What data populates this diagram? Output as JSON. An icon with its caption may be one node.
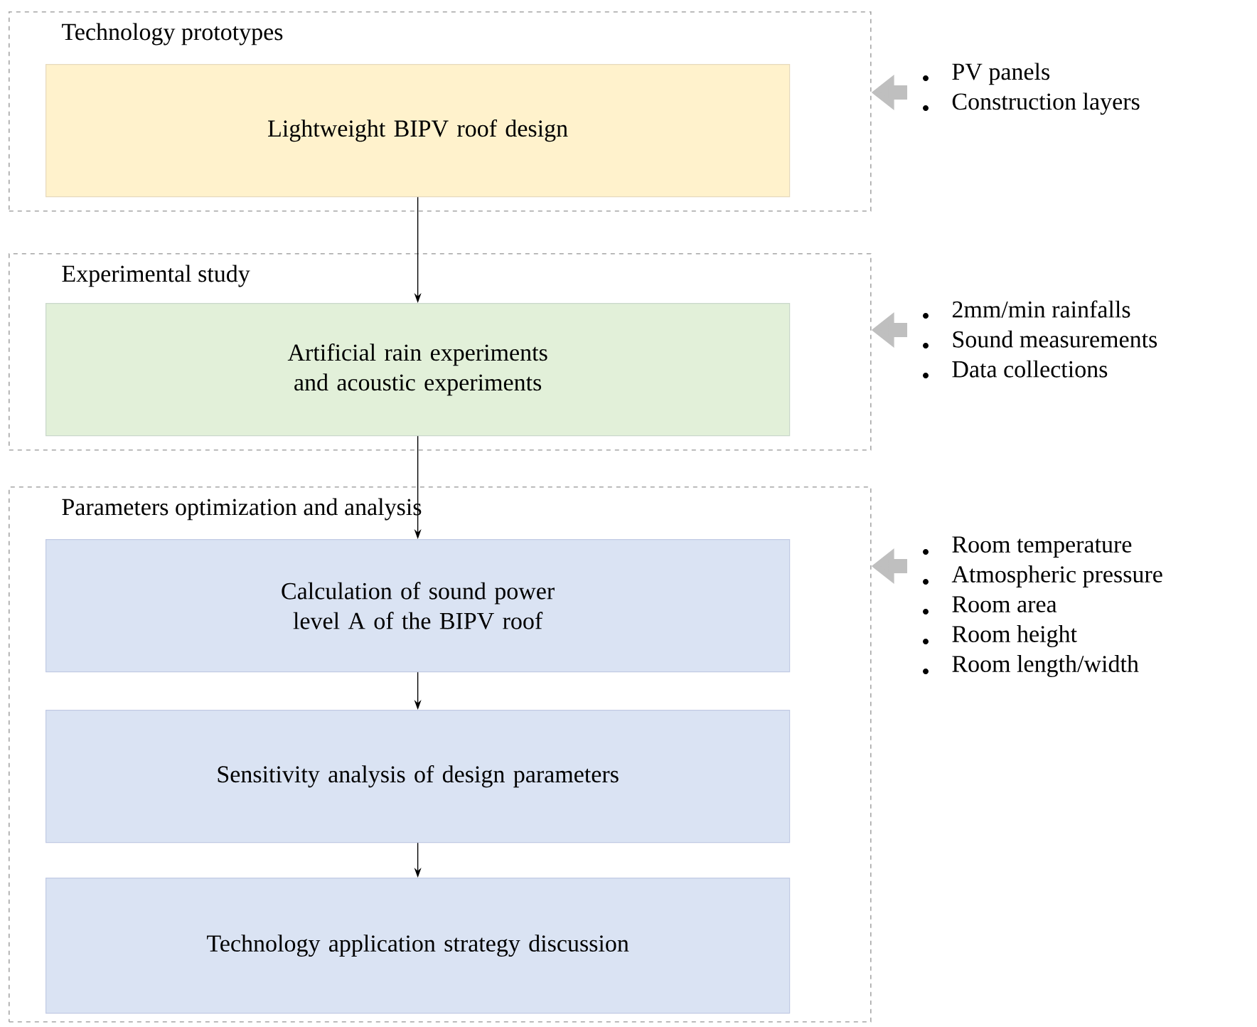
{
  "diagram": {
    "nodes": [
      {
        "text": [
          "Technology prototypes"
        ]
      },
      {
        "text": [
          "Lightweight BIPV roof design"
        ],
        "in": 0
      },
      {
        "text": [
          "Experimental study"
        ]
      },
      {
        "text": [
          "Artificial rain experiments and acoustic experiments"
        ],
        "in": 2
      },
      {
        "text": [
          "Parameters optimization and analysis"
        ]
      },
      {
        "text": [
          "Calculation of sound power level A of the BIPV roof"
        ],
        "in": 4
      },
      {
        "text": [
          "Sensitivity analysis of design parameters"
        ],
        "in": 4
      },
      {
        "text": [
          "Technology application strategy discussion"
        ],
        "in": 4
      },
      {
        "text": [
          "PV panels",
          "Construction layers"
        ]
      },
      {
        "text": [
          "2mm/min rainfalls",
          "Sound measurements",
          "Data collections"
        ]
      },
      {
        "text": [
          "Room temperature",
          "Atmospheric pressure",
          "Room area",
          "Room height",
          "Room length/width"
        ]
      }
    ],
    "edges": [
      {
        "from": 1,
        "to": 3,
        "arrow": "to"
      },
      {
        "from": 3,
        "to": 5,
        "arrow": "to"
      },
      {
        "from": 5,
        "to": 6,
        "arrow": "to"
      },
      {
        "from": 6,
        "to": 7,
        "arrow": "to"
      },
      {
        "from": 8,
        "to": 0,
        "arrow": "to",
        "style": "thick",
        "color": "#bfbfbf"
      },
      {
        "from": 9,
        "to": 2,
        "arrow": "to",
        "style": "thick",
        "color": "#bfbfbf"
      },
      {
        "from": 10,
        "to": 4,
        "arrow": "to",
        "style": "thick",
        "color": "#bfbfbf"
      }
    ]
  }
}
